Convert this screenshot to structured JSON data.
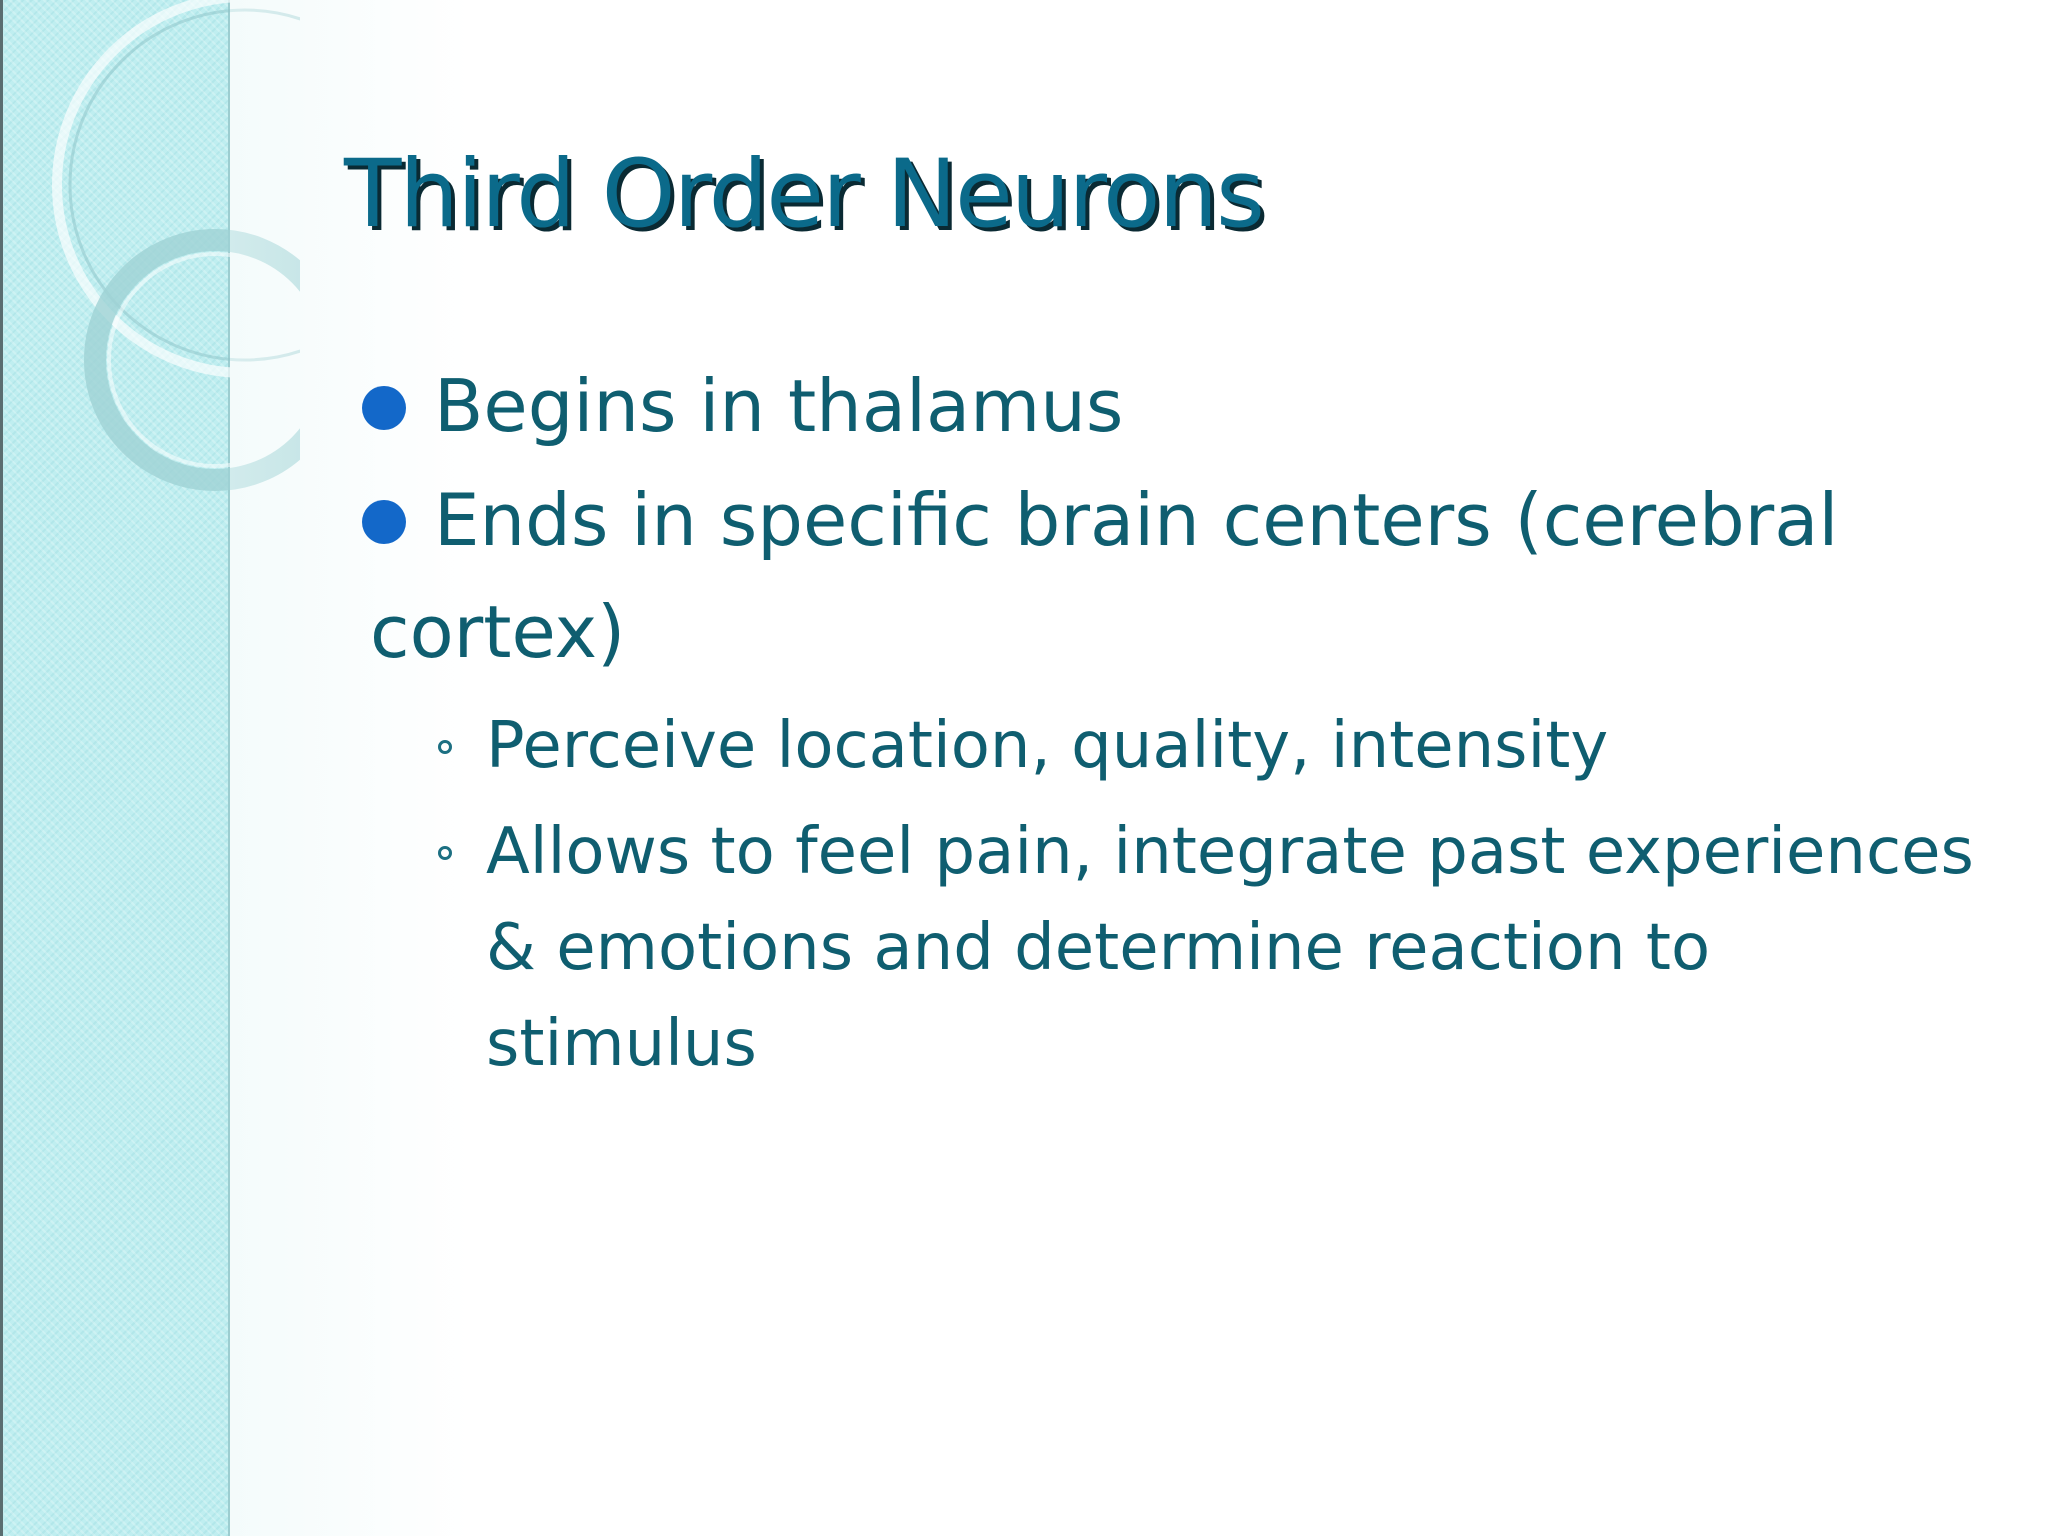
{
  "slide": {
    "title": "Third Order Neurons",
    "bullets": [
      {
        "text": "Begins in thalamus",
        "subs": []
      },
      {
        "text_line1": "Ends in specific brain centers (cerebral",
        "text_line2": "cortex)",
        "subs": [
          {
            "line1": "Perceive location, quality, intensity"
          },
          {
            "line1": "Allows to feel pain, integrate past experiences",
            "line2": "& emotions and determine reaction to",
            "line3": "stimulus"
          }
        ]
      }
    ]
  },
  "theme": {
    "title_color": "#0b6a8a",
    "body_color": "#0f5e70",
    "bullet_color": "#1368c9",
    "band_color": "#bfeef0"
  },
  "icons": {
    "primary_bullet": "filled-circle-bullet-icon",
    "secondary_bullet": "hollow-circle-bullet-icon",
    "decoration": "concentric-arcs-decoration"
  }
}
